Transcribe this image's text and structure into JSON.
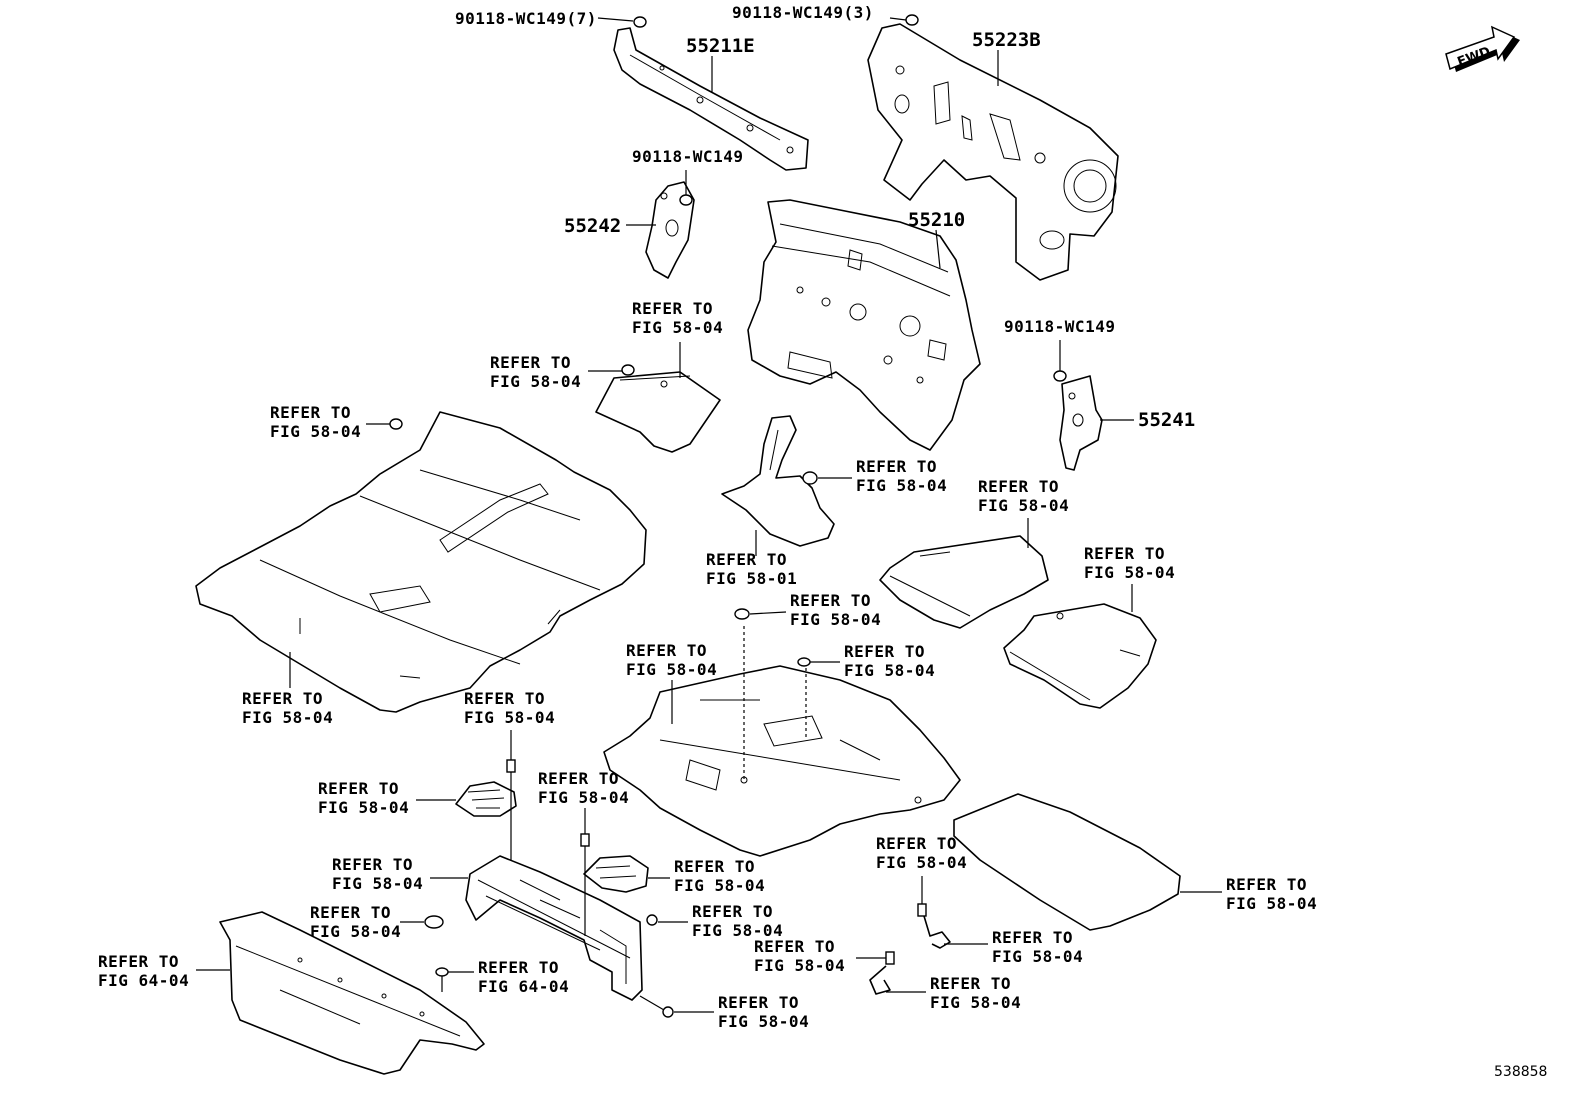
{
  "diagram_number": "538858",
  "direction_badge": "FWD",
  "colors": {
    "ink": "#000000",
    "paper": "#ffffff"
  },
  "part_labels": {
    "p55211E": "55211E",
    "p55223B": "55223B",
    "p55242": "55242",
    "p55210": "55210",
    "p55241": "55241"
  },
  "fastener_labels": {
    "top_left": "90118-WC149(7)",
    "top_mid": "90118-WC149(3)",
    "mid_left": "90118-WC149",
    "mid_right": "90118-WC149"
  },
  "refer_labels": {
    "r1": [
      "REFER TO",
      "FIG 58-04"
    ],
    "r2": [
      "REFER TO",
      "FIG 58-04"
    ],
    "r3": [
      "REFER TO",
      "FIG 58-04"
    ],
    "r4": [
      "REFER TO",
      "FIG 58-04"
    ],
    "r5": [
      "REFER TO",
      "FIG 58-04"
    ],
    "r6": [
      "REFER TO",
      "FIG 58-01"
    ],
    "r7": [
      "REFER TO",
      "FIG 58-04"
    ],
    "r8": [
      "REFER TO",
      "FIG 58-04"
    ],
    "r9": [
      "REFER TO",
      "FIG 58-04"
    ],
    "r10": [
      "REFER TO",
      "FIG 58-04"
    ],
    "r11": [
      "REFER TO",
      "FIG 58-04"
    ],
    "r12": [
      "REFER TO",
      "FIG 58-04"
    ],
    "r13": [
      "REFER TO",
      "FIG 58-04"
    ],
    "r14": [
      "REFER TO",
      "FIG 58-04"
    ],
    "r15": [
      "REFER TO",
      "FIG 58-04"
    ],
    "r16": [
      "REFER TO",
      "FIG 58-04"
    ],
    "r17": [
      "REFER TO",
      "FIG 58-04"
    ],
    "r18": [
      "REFER TO",
      "FIG 58-04"
    ],
    "r19": [
      "REFER TO",
      "FIG 58-04"
    ],
    "r20": [
      "REFER TO",
      "FIG 64-04"
    ],
    "r21": [
      "REFER TO",
      "FIG 64-04"
    ],
    "r22": [
      "REFER TO",
      "FIG 58-04"
    ],
    "r23": [
      "REFER TO",
      "FIG 58-04"
    ],
    "r24": [
      "REFER TO",
      "FIG 58-04"
    ],
    "r25": [
      "REFER TO",
      "FIG 58-04"
    ],
    "r26": [
      "REFER TO",
      "FIG 58-04"
    ]
  }
}
